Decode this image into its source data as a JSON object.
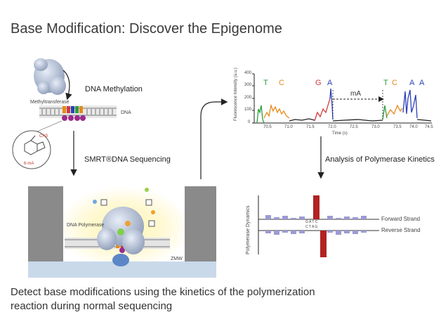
{
  "title": "Base Modification: Discover the Epigenome",
  "caption_line1": "Detect base modifications using the kinetics of the polymerization",
  "caption_line2": "reaction during normal sequencing",
  "left": {
    "methyltransferase": "Methyltransferase",
    "dna_methylation": "DNA Methylation",
    "dna": "DNA",
    "ch3": "CH3",
    "six_ma": "6-mA",
    "smrt_label": "SMRT®DNA Sequencing",
    "dna_polymerase": "DNA Polymerase",
    "zmw": "ZMW"
  },
  "trace": {
    "ylabel": "Fluorescence Intensity (a.u.)",
    "xlabel": "Time (s)",
    "y_ticks": [
      "400",
      "300",
      "200",
      "100",
      "0"
    ],
    "x_ticks": [
      "70.5",
      "71.0",
      "71.5",
      "72.0",
      "72.5",
      "73.0",
      "73.5",
      "74.0",
      "74.5"
    ],
    "bases": [
      {
        "letter": "T",
        "color": "#2e9e3e"
      },
      {
        "letter": "C",
        "color": "#e58a1a"
      },
      {
        "letter": "G",
        "color": "#d23a3a"
      },
      {
        "letter": "A",
        "color": "#2b3fb8"
      },
      {
        "letter": "T",
        "color": "#2e9e3e"
      },
      {
        "letter": "C",
        "color": "#e58a1a"
      },
      {
        "letter": "A",
        "color": "#2b3fb8"
      },
      {
        "letter": "A",
        "color": "#2b3fb8"
      }
    ],
    "ma_label": "mA"
  },
  "kinetics": {
    "analysis_label": "Analysis of Polymerase Kinetics",
    "ylabel": "Polymerase Dynamics",
    "forward": "Forward Strand",
    "reverse": "Reverse Strand",
    "seq_top": "G  A  T  C",
    "seq_bottom": "C  T  A  G"
  },
  "colors": {
    "green": "#2e9e3e",
    "orange": "#e58a1a",
    "red": "#d23a3a",
    "blue": "#2b3fb8",
    "bar_purple": "#9c9ad6",
    "bar_red": "#b22222"
  }
}
